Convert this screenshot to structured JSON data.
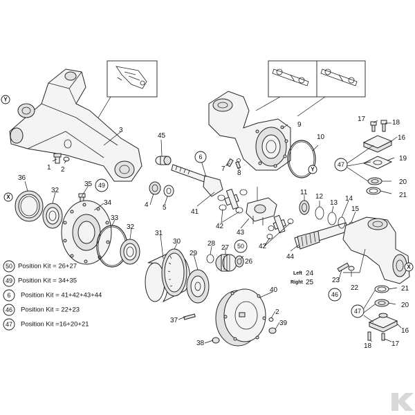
{
  "callouts": [
    {
      "id": "c1",
      "text": "1"
    },
    {
      "id": "c2",
      "text": "2"
    },
    {
      "id": "c3",
      "text": "3"
    },
    {
      "id": "c4",
      "text": "4"
    },
    {
      "id": "c5",
      "text": "5"
    },
    {
      "id": "c6",
      "text": "6"
    },
    {
      "id": "c7",
      "text": "7"
    },
    {
      "id": "c8",
      "text": "8"
    },
    {
      "id": "c9",
      "text": "9"
    },
    {
      "id": "c10",
      "text": "10"
    },
    {
      "id": "c11",
      "text": "11"
    },
    {
      "id": "c12",
      "text": "12"
    },
    {
      "id": "c13",
      "text": "13"
    },
    {
      "id": "c14",
      "text": "14"
    },
    {
      "id": "c15",
      "text": "15"
    },
    {
      "id": "c16a",
      "text": "16"
    },
    {
      "id": "c16b",
      "text": "16"
    },
    {
      "id": "c17a",
      "text": "17"
    },
    {
      "id": "c17b",
      "text": "17"
    },
    {
      "id": "c18a",
      "text": "18"
    },
    {
      "id": "c18b",
      "text": "18"
    },
    {
      "id": "c19",
      "text": "19"
    },
    {
      "id": "c20a",
      "text": "20"
    },
    {
      "id": "c20b",
      "text": "20"
    },
    {
      "id": "c21a",
      "text": "21"
    },
    {
      "id": "c21b",
      "text": "21"
    },
    {
      "id": "c22",
      "text": "22"
    },
    {
      "id": "c23",
      "text": "23"
    },
    {
      "id": "c24",
      "text": "24"
    },
    {
      "id": "c25",
      "text": "25"
    },
    {
      "id": "c26",
      "text": "26"
    },
    {
      "id": "c27",
      "text": "27"
    },
    {
      "id": "c28",
      "text": "28"
    },
    {
      "id": "c29",
      "text": "29"
    },
    {
      "id": "c30",
      "text": "30"
    },
    {
      "id": "c31",
      "text": "31"
    },
    {
      "id": "c32a",
      "text": "32"
    },
    {
      "id": "c32b",
      "text": "32"
    },
    {
      "id": "c33",
      "text": "33"
    },
    {
      "id": "c34",
      "text": "34"
    },
    {
      "id": "c35",
      "text": "35"
    },
    {
      "id": "c36",
      "text": "36"
    },
    {
      "id": "c37",
      "text": "37"
    },
    {
      "id": "c38",
      "text": "38"
    },
    {
      "id": "c39",
      "text": "39"
    },
    {
      "id": "c40",
      "text": "40"
    },
    {
      "id": "c41",
      "text": "41"
    },
    {
      "id": "c42a",
      "text": "42"
    },
    {
      "id": "c42b",
      "text": "42"
    },
    {
      "id": "c43",
      "text": "43"
    },
    {
      "id": "c44",
      "text": "44"
    },
    {
      "id": "c45",
      "text": "45"
    },
    {
      "id": "c2b",
      "text": "2"
    }
  ],
  "circled_callouts": [
    {
      "id": "k6",
      "text": "6"
    },
    {
      "id": "k49",
      "text": "49"
    },
    {
      "id": "k50",
      "text": "50"
    },
    {
      "id": "k47a",
      "text": "47"
    },
    {
      "id": "k47b",
      "text": "47"
    },
    {
      "id": "k46",
      "text": "46"
    }
  ],
  "reference_markers": [
    {
      "id": "y1",
      "text": "Y"
    },
    {
      "id": "y2",
      "text": "Y"
    },
    {
      "id": "x1",
      "text": "X"
    },
    {
      "id": "x2",
      "text": "X"
    }
  ],
  "side_labels": {
    "left": "Left",
    "right": "Right"
  },
  "legend": [
    {
      "kit": "50",
      "label": "Position Kit = 26+27"
    },
    {
      "kit": "49",
      "label": "Position Kit = 34+35"
    },
    {
      "kit": "6",
      "label": "Position Kit = 41+42+43+44"
    },
    {
      "kit": "46",
      "label": "Position Kit = 22+23"
    },
    {
      "kit": "47",
      "label": "Position Kit =16+20+21"
    }
  ],
  "logo": "logo-k"
}
